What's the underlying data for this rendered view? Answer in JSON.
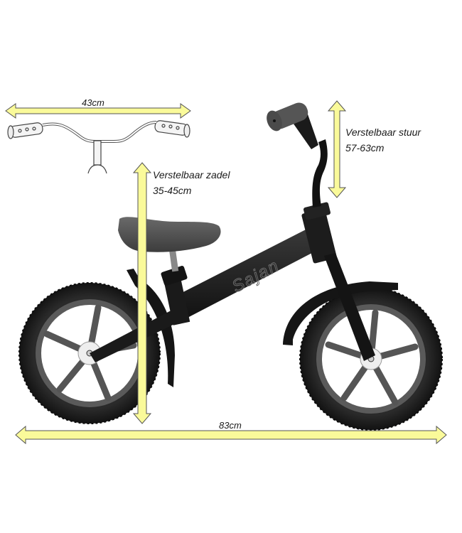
{
  "product": {
    "name": "Sajan",
    "type": "balance-bike",
    "frame_color": "#1c1c1c",
    "accent_color": "#fafa9a"
  },
  "dimensions": {
    "handlebar_width": {
      "value": "43cm"
    },
    "handlebar_height": {
      "title": "Verstelbaar stuur",
      "value": "57-63cm"
    },
    "saddle_height": {
      "title": "Verstelbaar zadel",
      "value": "35-45cm"
    },
    "total_length": {
      "value": "83cm"
    }
  },
  "icons": {
    "arrow": "double-headed-arrow",
    "handlebar": "handlebar-sketch"
  }
}
